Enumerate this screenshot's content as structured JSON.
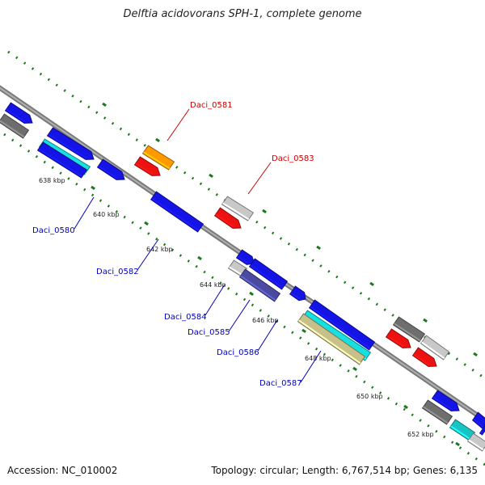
{
  "title": "Delftia acidovorans SPH-1, complete genome",
  "footer": {
    "accession": "Accession: NC_010002",
    "summary": "Topology: circular; Length: 6,767,514 bp; Genes: 6,135"
  },
  "tick_labels": [
    "638 kbp",
    "640 kbp",
    "642 kbp",
    "644 kbp",
    "646 kbp",
    "648 kbp",
    "650 kbp",
    "652 kbp"
  ],
  "gene_labels": [
    {
      "text": "Daci_0581",
      "color": "#cc0000"
    },
    {
      "text": "Daci_0583",
      "color": "#cc0000"
    },
    {
      "text": "Daci_0580",
      "color": "#0000bb"
    },
    {
      "text": "Daci_0582",
      "color": "#0000bb"
    },
    {
      "text": "Daci_0584",
      "color": "#0000bb"
    },
    {
      "text": "Daci_0585",
      "color": "#0000bb"
    },
    {
      "text": "Daci_0586",
      "color": "#0000bb"
    },
    {
      "text": "Daci_0587",
      "color": "#0000bb"
    }
  ],
  "colors": {
    "backbone": "#8c8c8c",
    "tick": "#1a7a1a",
    "blue": "#1414e6",
    "red": "#ee1111",
    "orange": "#ff9900",
    "dark_gray": "#6e6e6e",
    "light_gray": "#c8c8c8",
    "cyan": "#16e0e0",
    "navy": "#4a4aa0",
    "khaki": "#c8c08a",
    "teal": "#19c4c4"
  }
}
